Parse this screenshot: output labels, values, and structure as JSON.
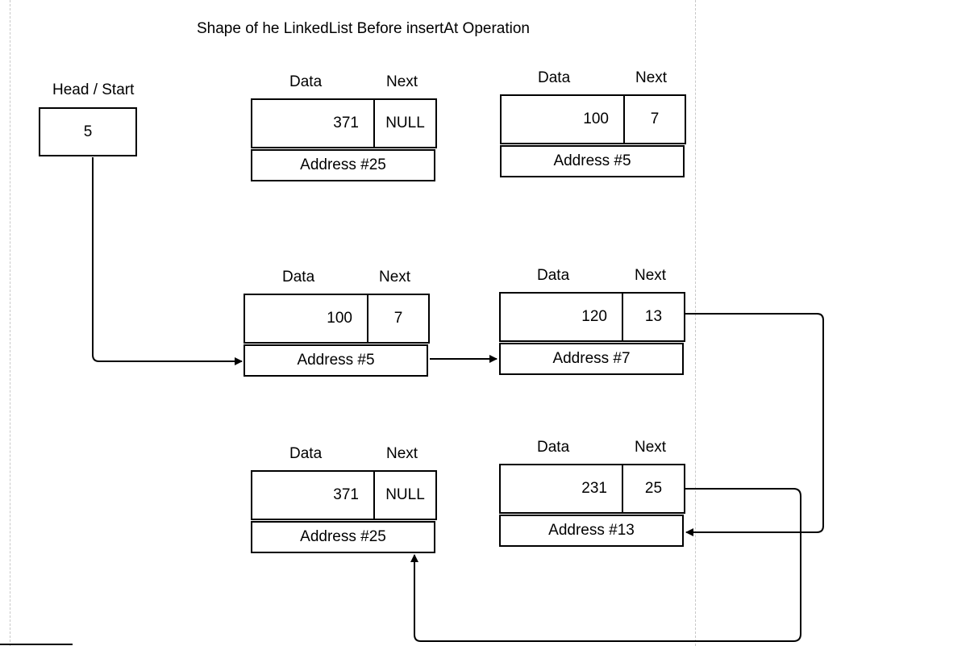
{
  "title": "Shape of he LinkedList Before insertAt Operation",
  "head": {
    "label": "Head / Start",
    "value": "5"
  },
  "field_labels": {
    "data": "Data",
    "next": "Next"
  },
  "nodes": [
    {
      "id": "top-left",
      "data": "371",
      "next": "NULL",
      "address": "Address #25"
    },
    {
      "id": "top-right",
      "data": "100",
      "next": "7",
      "address": "Address #5"
    },
    {
      "id": "mid-left",
      "data": "100",
      "next": "7",
      "address": "Address #5"
    },
    {
      "id": "mid-right",
      "data": "120",
      "next": "13",
      "address": "Address #7"
    },
    {
      "id": "bottom-left",
      "data": "371",
      "next": "NULL",
      "address": "Address #25"
    },
    {
      "id": "bottom-right",
      "data": "231",
      "next": "25",
      "address": "Address #13"
    }
  ]
}
